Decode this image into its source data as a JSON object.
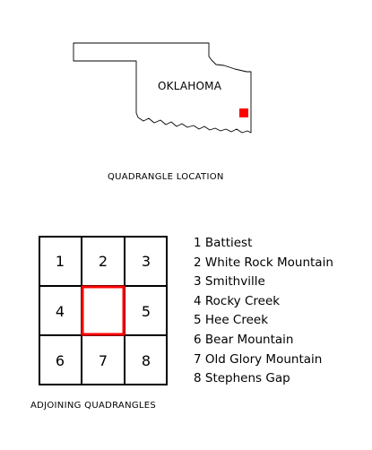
{
  "location_map": {
    "state_name": "OKLAHOMA",
    "caption": "QUADRANGLE LOCATION",
    "marker_color": "#ff0000",
    "outline_color": "#000000"
  },
  "adjoining": {
    "caption": "ADJOINING QUADRANGLES",
    "highlight_color": "#ff0000",
    "cells": [
      "1",
      "2",
      "3",
      "4",
      "",
      "5",
      "6",
      "7",
      "8"
    ],
    "legend": [
      "1 Battiest",
      "2 White Rock Mountain",
      "3 Smithville",
      "4 Rocky Creek",
      "5 Hee Creek",
      "6 Bear Mountain",
      "7 Old Glory Mountain",
      "8 Stephens Gap"
    ]
  }
}
